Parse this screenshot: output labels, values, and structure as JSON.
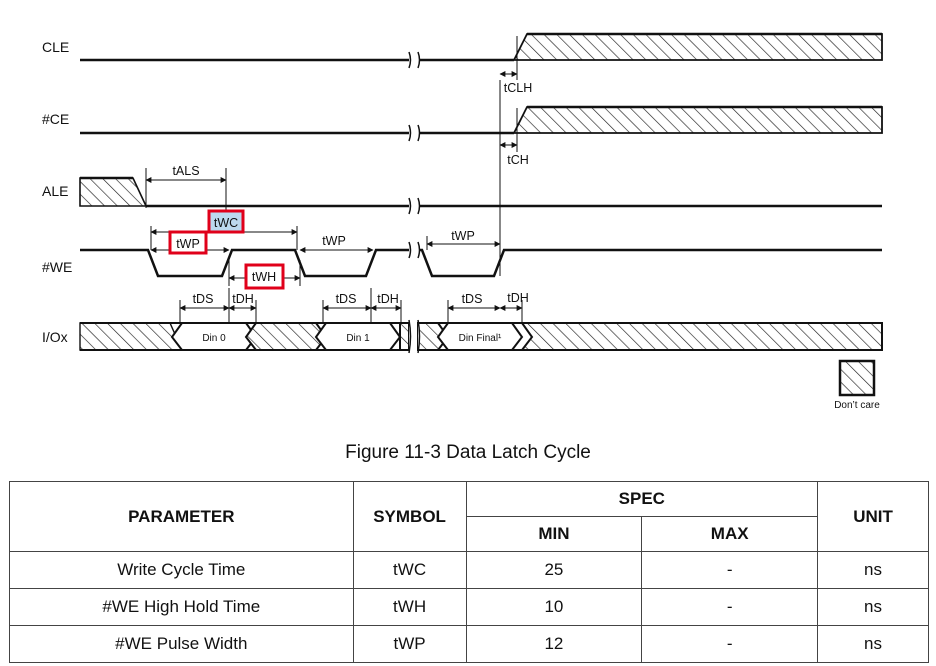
{
  "signals": {
    "cle": "CLE",
    "ce": "#CE",
    "ale": "ALE",
    "we": "#WE",
    "io": "I/Ox"
  },
  "timing": {
    "tals": "tALS",
    "twc": "tWC",
    "twp1": "tWP",
    "twp2": "tWP",
    "twp3": "tWP",
    "twh": "tWH",
    "tds1": "tDS",
    "tdh1": "tDH",
    "tds2": "tDS",
    "tdh2": "tDH",
    "tds3": "tDS",
    "tdh3": "tDH",
    "tclh": "tCLH",
    "tch": "tCH"
  },
  "data": {
    "din0": "Din 0",
    "din1": "Din 1",
    "dinfinal": "Din Final¹"
  },
  "legend": {
    "dont_care": "Don’t care"
  },
  "highlight_color": "#e0001a",
  "caption": "Figure 11-3 Data Latch Cycle",
  "table": {
    "headers": {
      "parameter": "PARAMETER",
      "symbol": "SYMBOL",
      "spec": "SPEC",
      "min": "MIN",
      "max": "MAX",
      "unit": "UNIT"
    },
    "rows": [
      {
        "parameter": "Write Cycle Time",
        "symbol": "tWC",
        "min": "25",
        "max": "-",
        "unit": "ns"
      },
      {
        "parameter": "#WE High Hold Time",
        "symbol": "tWH",
        "min": "10",
        "max": "-",
        "unit": "ns"
      },
      {
        "parameter": "#WE Pulse Width",
        "symbol": "tWP",
        "min": "12",
        "max": "-",
        "unit": "ns"
      }
    ]
  }
}
